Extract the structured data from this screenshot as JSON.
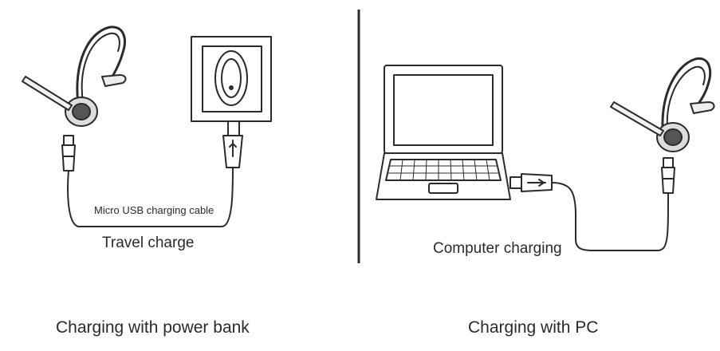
{
  "labels": {
    "cable": "Micro USB charging cable",
    "travel": "Travel charge",
    "computer": "Computer charging",
    "caption_left": "Charging with power bank",
    "caption_right": "Charging with PC"
  },
  "icons": [
    "headset-icon",
    "power-bank-icon",
    "laptop-icon",
    "micro-usb-plug-icon",
    "usb-plug-icon"
  ],
  "colors": {
    "line": "#2b2b2b",
    "text": "#2a2a2a",
    "background": "#ffffff"
  }
}
